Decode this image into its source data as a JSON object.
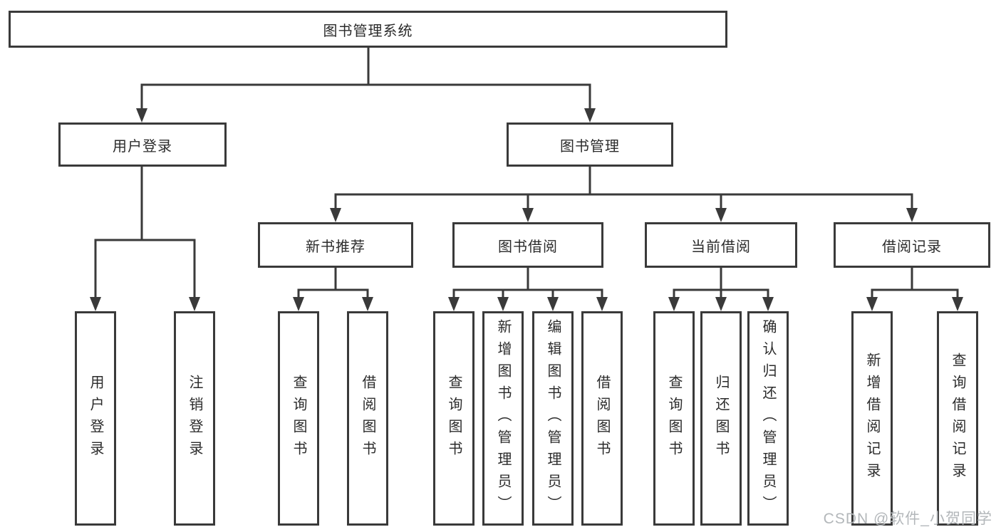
{
  "tree": {
    "label": "图书管理系统",
    "children": [
      {
        "label": "用户登录",
        "children": [
          {
            "label": "用户登录"
          },
          {
            "label": "注销登录"
          }
        ]
      },
      {
        "label": "图书管理",
        "children": [
          {
            "label": "新书推荐",
            "children": [
              {
                "label": "查询图书"
              },
              {
                "label": "借阅图书"
              }
            ]
          },
          {
            "label": "图书借阅",
            "children": [
              {
                "label": "查询图书"
              },
              {
                "label": "新增图书（管理员）"
              },
              {
                "label": "编辑图书（管理员）"
              },
              {
                "label": "借阅图书"
              }
            ]
          },
          {
            "label": "当前借阅",
            "children": [
              {
                "label": "查询图书"
              },
              {
                "label": "归还图书"
              },
              {
                "label": "确认归还（管理员）"
              }
            ]
          },
          {
            "label": "借阅记录",
            "children": [
              {
                "label": "新增借阅记录"
              },
              {
                "label": "查询借阅记录"
              }
            ]
          }
        ]
      }
    ]
  },
  "watermark": "CSDN @软件_小贺同学",
  "colors": {
    "line": "#3a3a3a",
    "text": "#2b2b2b",
    "watermark": "#b3b7ba",
    "background": "#ffffff"
  }
}
